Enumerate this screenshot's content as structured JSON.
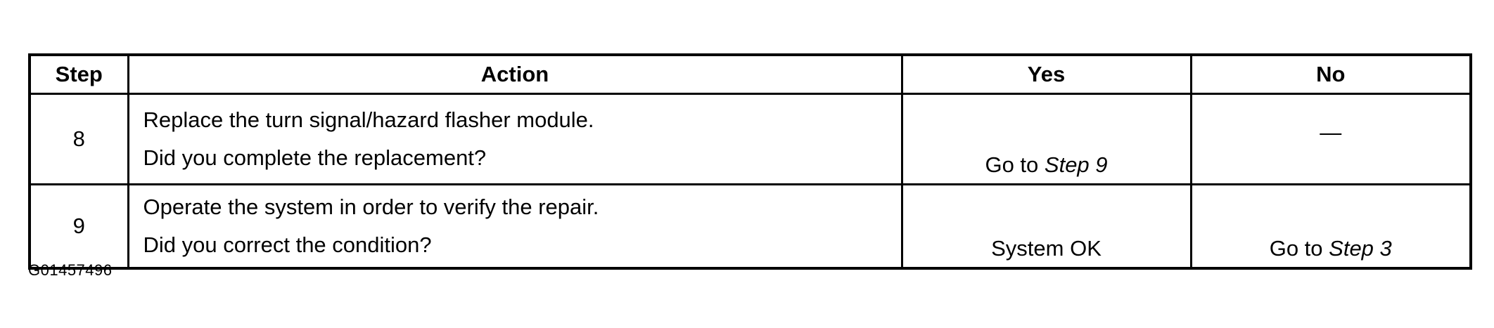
{
  "table": {
    "headers": {
      "step": "Step",
      "action": "Action",
      "yes": "Yes",
      "no": "No"
    },
    "rows": [
      {
        "step": "8",
        "action_line1": "Replace the turn signal/hazard flasher module.",
        "action_line2": "Did you complete the replacement?",
        "yes_prefix": "Go to ",
        "yes_ref": "Step 9",
        "no_text": "—"
      },
      {
        "step": "9",
        "action_line1": "Operate the system in order to verify the repair.",
        "action_line2": "Did you correct the condition?",
        "yes_text": "System OK",
        "no_prefix": "Go to ",
        "no_ref": "Step 3"
      }
    ]
  },
  "figure_id": "G01457496"
}
